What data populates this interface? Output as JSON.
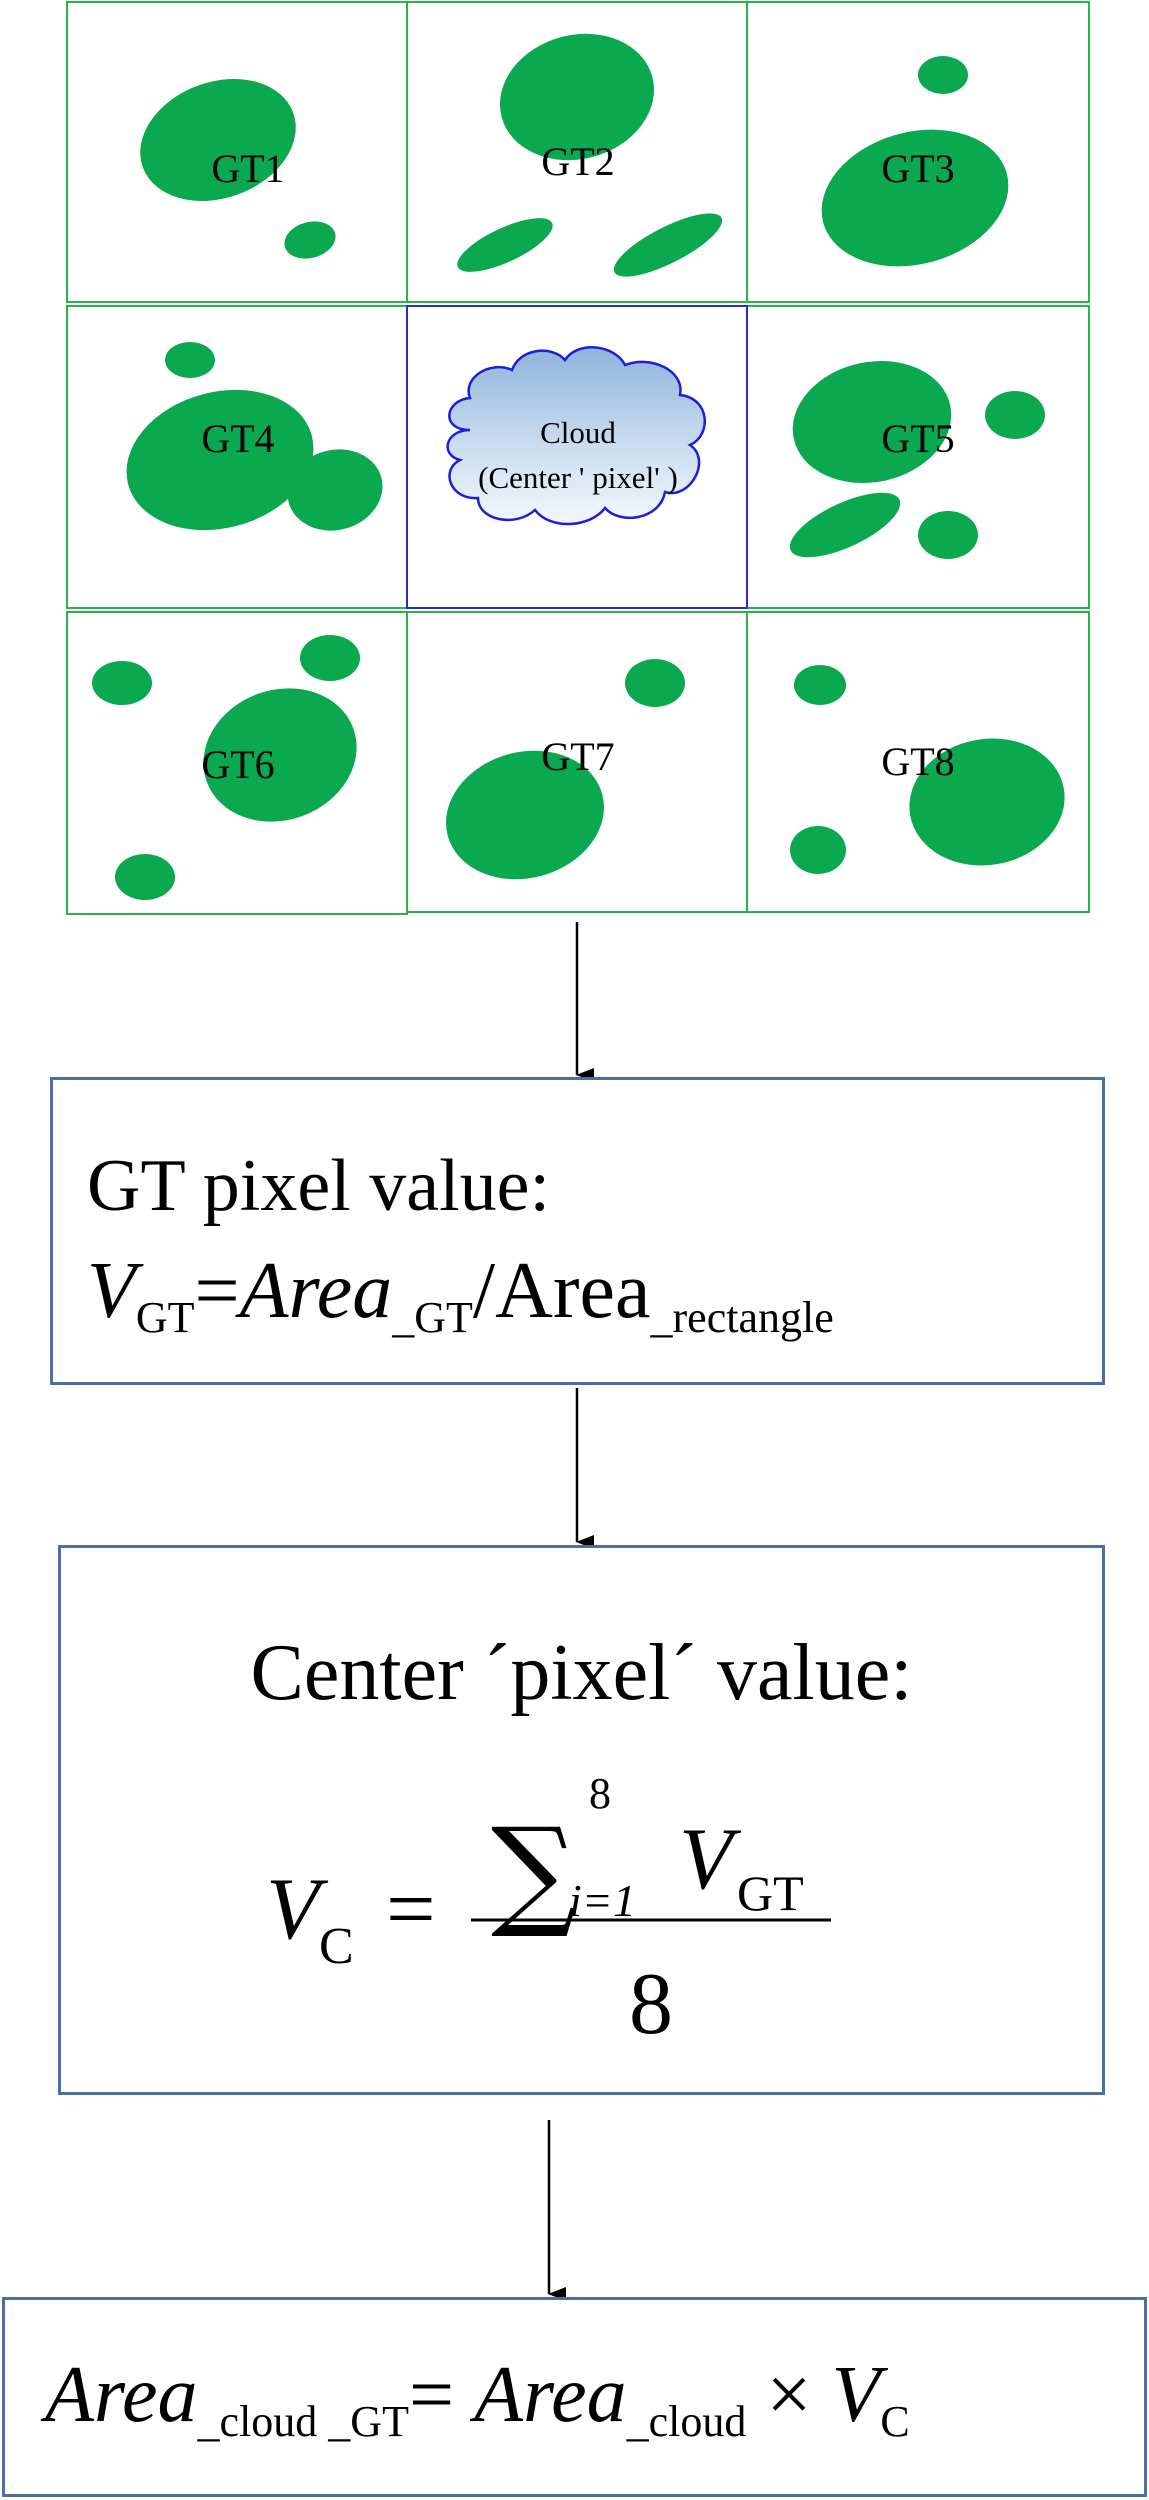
{
  "grid": {
    "labels": [
      "GT1",
      "GT2",
      "GT3",
      "GT4",
      "GT5",
      "GT6",
      "GT7",
      "GT8"
    ],
    "cloud_line1": "Cloud",
    "cloud_line2": "(Center ' pixel' )",
    "colors": {
      "grid_border": "#2bb34a",
      "center_border": "#2a2ad0",
      "blob": "#0aa84f",
      "arrow": "#000000"
    }
  },
  "box_gt": {
    "title": "GT pixel value:",
    "v": "V",
    "v_sub": "GT",
    "eq": "=",
    "area": "Area",
    "area_sub": "_GT",
    "slash": "/Area",
    "rect_sub": "_rectangle",
    "border_color": "#4a6fa5"
  },
  "box_center": {
    "title": "Center ´pixel´ value:",
    "vc": "V",
    "vc_sub": "C",
    "eq": "=",
    "sigma": "∑",
    "upper": "8",
    "lower": "i=1",
    "term": "V",
    "term_sub": "GT",
    "denominator": "8"
  },
  "box_area": {
    "area1": "Area",
    "area1_sub": "_cloud _GT",
    "eq": "=",
    "area2": "Area",
    "area2_sub": "_cloud",
    "times": "×",
    "v": "V",
    "v_sub": "C"
  }
}
